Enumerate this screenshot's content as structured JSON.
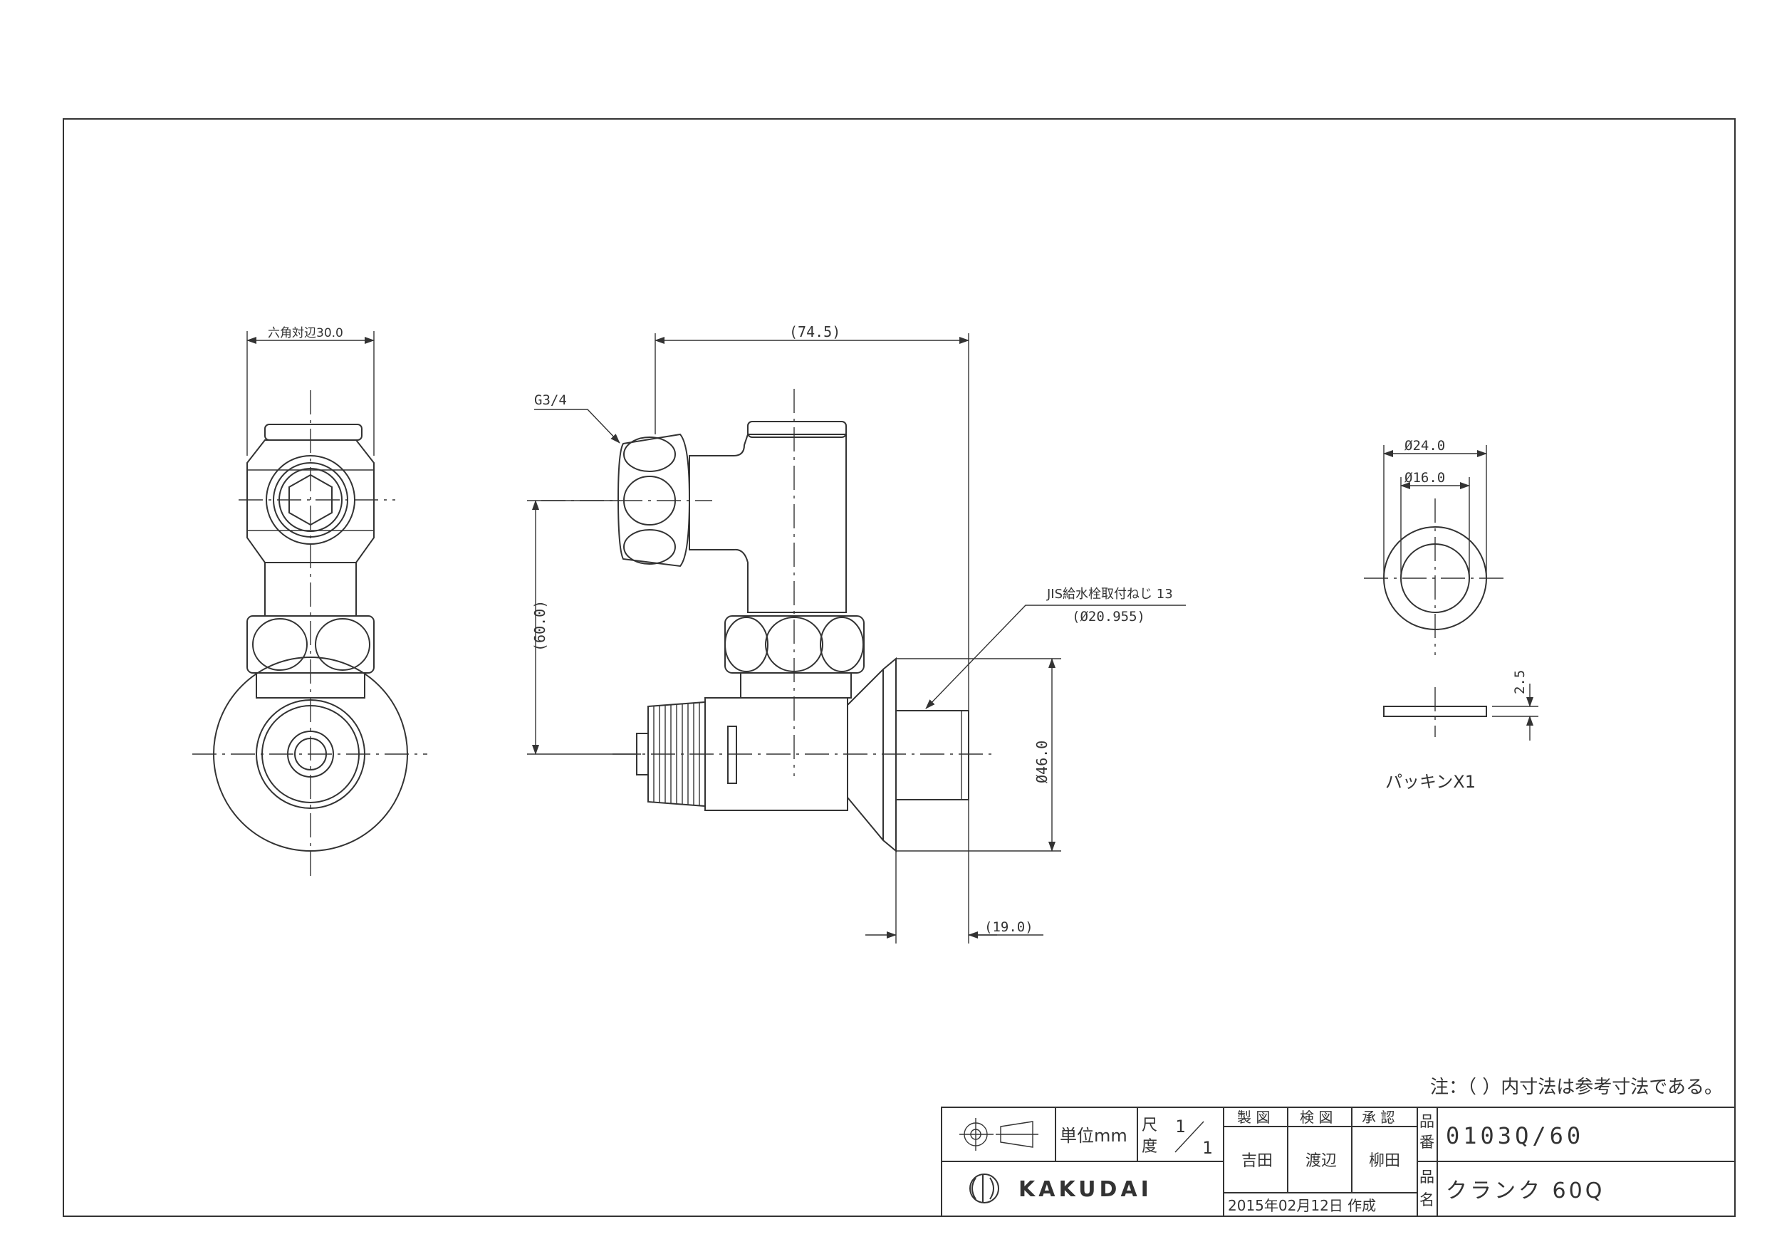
{
  "dimensions": {
    "hex_across_flats": "六角対辺30.0",
    "overall_length": "(74.5)",
    "thread_g": "G3/4",
    "height_offset": "(60.0)",
    "jis_thread": "JIS給水栓取付ねじ 13",
    "jis_diameter": "(Ø20.955)",
    "flange_dia": "Ø46.0",
    "stub_length": "(19.0)"
  },
  "packing": {
    "outer_dia": "Ø24.0",
    "inner_dia": "Ø16.0",
    "thickness": "2.5",
    "label": "パッキンX1"
  },
  "note": "注：（ ）内寸法は参考寸法である。",
  "title_block": {
    "unit": "単位mm",
    "scale_label_1": "尺",
    "scale_label_2": "度",
    "scale_num": "1",
    "scale_den": "1",
    "made_by_label": "製 図",
    "checked_by_label": "検 図",
    "approved_by_label": "承 認",
    "made_by": "吉田",
    "checked_by": "渡辺",
    "approved_by": "柳田",
    "date": "2015年02月12日 作成",
    "part_no_label_1": "品",
    "part_no_label_2": "番",
    "part_name_label_1": "品",
    "part_name_label_2": "名",
    "part_no": "0103Q/60",
    "part_name": "クランク 60Q",
    "brand": "KAKUDAI"
  }
}
